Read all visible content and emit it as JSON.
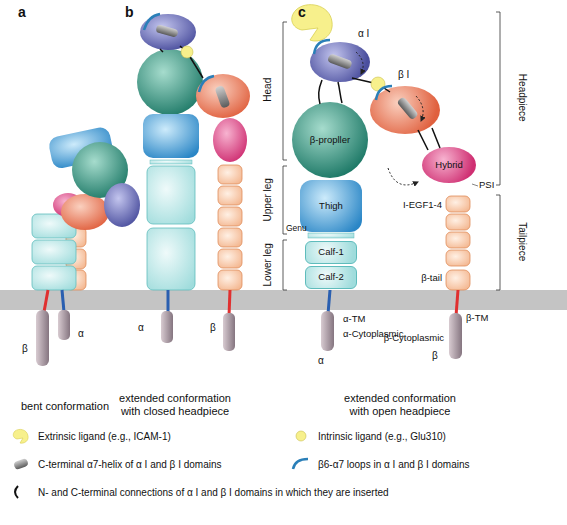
{
  "diagram": {
    "nodes": [
      {
        "text": [
          "α I"
        ]
      },
      {
        "text": [
          "β-propller"
        ]
      },
      {
        "text": [
          "Thigh"
        ]
      },
      {
        "text": [
          "Calf-1"
        ]
      },
      {
        "text": [
          "Calf-2"
        ]
      },
      {
        "text": [
          "β I"
        ]
      },
      {
        "text": [
          "Hybrid"
        ]
      }
    ],
    "labels": [
      "a",
      "b",
      "c",
      "β",
      "α",
      "bent conformation",
      "α",
      "β",
      "extended conformation with closed headpiece",
      "Head",
      "Upper leg",
      "Lower leg",
      "Genu",
      "α-TM",
      "α-Cytoplasmic",
      "α",
      "Headpiece",
      "PSI",
      "I-EGF1-4",
      "Tailpiece",
      "β-tail",
      "β-TM",
      "β-Cytoplasmic",
      "β",
      "extended conformation with open headpiece"
    ],
    "legend": [
      {
        "text": "Extrinsic ligand (e.g., ICAM-1)",
        "color": "#f7f08c"
      },
      {
        "text": "Intrinsic ligand (e.g., Glu310)",
        "color": "#f7f08c"
      },
      {
        "text": "C-terminal α7-helix of α I and β I domains"
      },
      {
        "text": "β6-α7 loops in α I and β I domains"
      },
      {
        "text": "N- and C-terminal connections of α I and β I domains in which they are inserted"
      }
    ]
  }
}
